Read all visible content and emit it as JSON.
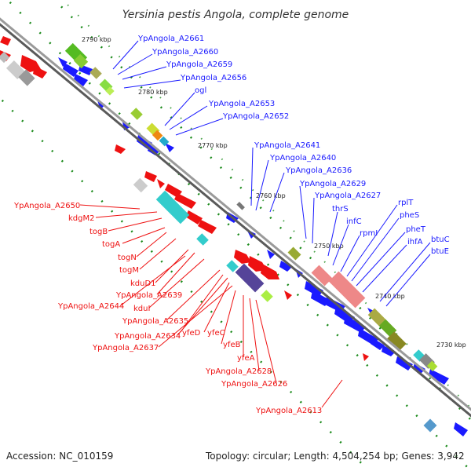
{
  "title": "Yersinia pestis Angola, complete genome",
  "footer": {
    "accession": "Accession: NC_010159",
    "topology": "Topology: circular; Length: 4,504,254 bp; Genes: 3,942"
  },
  "scale_ticks": [
    {
      "label": "2790 kbp"
    },
    {
      "label": "2780 kbp"
    },
    {
      "label": "2770 kbp"
    },
    {
      "label": "2760 kbp"
    },
    {
      "label": "2750 kbp"
    },
    {
      "label": "2740 kbp"
    },
    {
      "label": "2730 kbp"
    }
  ],
  "blue_labels": [
    {
      "text": "YpAngola_A2661"
    },
    {
      "text": "YpAngola_A2660"
    },
    {
      "text": "YpAngola_A2659"
    },
    {
      "text": "YpAngola_A2656"
    },
    {
      "text": "ogl"
    },
    {
      "text": "YpAngola_A2653"
    },
    {
      "text": "YpAngola_A2652"
    },
    {
      "text": "YpAngola_A2641"
    },
    {
      "text": "YpAngola_A2640"
    },
    {
      "text": "YpAngola_A2636"
    },
    {
      "text": "YpAngola_A2629"
    },
    {
      "text": "YpAngola_A2627"
    },
    {
      "text": "thrS"
    },
    {
      "text": "infC"
    },
    {
      "text": "rpmI"
    },
    {
      "text": "rplT"
    },
    {
      "text": "pheS"
    },
    {
      "text": "pheT"
    },
    {
      "text": "ihfA"
    },
    {
      "text": "btuC"
    },
    {
      "text": "btuE"
    }
  ],
  "red_labels": [
    {
      "text": "YpAngola_A2650"
    },
    {
      "text": "kdgM2"
    },
    {
      "text": "togB"
    },
    {
      "text": "togA"
    },
    {
      "text": "togN"
    },
    {
      "text": "togM"
    },
    {
      "text": "kduD1"
    },
    {
      "text": "YpAngola_A2639"
    },
    {
      "text": "YpAngola_A2644"
    },
    {
      "text": "kduI"
    },
    {
      "text": "YpAngola_A2635"
    },
    {
      "text": "yfeD"
    },
    {
      "text": "YpAngola_A2634"
    },
    {
      "text": "yfeC"
    },
    {
      "text": "YpAngola_A2637"
    },
    {
      "text": "yfeB"
    },
    {
      "text": "yfeA"
    },
    {
      "text": "YpAngola_A2628"
    },
    {
      "text": "YpAngola_A2626"
    },
    {
      "text": "YpAngola_A2613"
    }
  ],
  "colors": {
    "backbone": "#7a7a7a",
    "forward_gene": "#1a1aff",
    "reverse_gene": "#ee1111",
    "tick": "#1a8a1a"
  }
}
